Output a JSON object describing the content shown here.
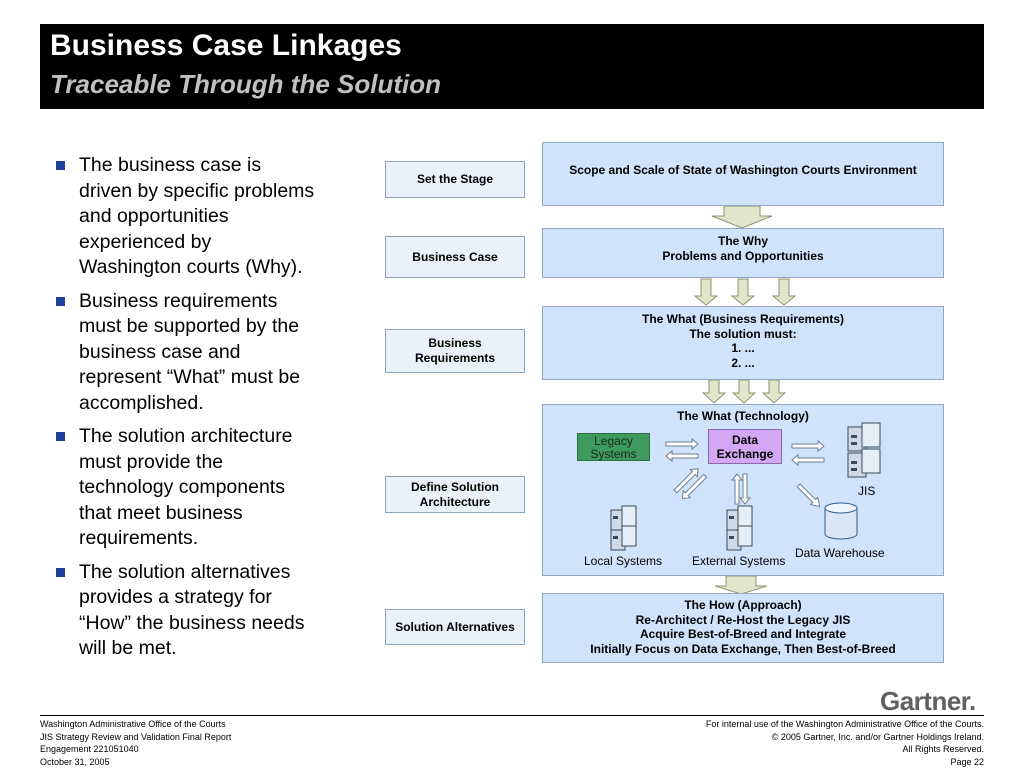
{
  "header": {
    "title": "Business Case Linkages",
    "subtitle": "Traceable Through the Solution"
  },
  "bullets": [
    "The business case is driven by specific problems and opportunities experienced by Washington courts (Why).",
    "Business requirements must be supported by the business case and represent “What” must be accomplished.",
    "The solution architecture must provide the technology components that meet business requirements.",
    "The solution alternatives provides a strategy for “How” the business needs will be met."
  ],
  "bullets_lines": [
    [
      "The business case is",
      "driven by specific problems",
      "and opportunities",
      "experienced by",
      "Washington courts (Why)."
    ],
    [
      "Business requirements",
      "must be supported by the",
      "business case and",
      "represent “What” must be",
      "accomplished."
    ],
    [
      "The solution architecture",
      "must provide the",
      "technology components",
      "that meet business",
      "requirements."
    ],
    [
      "The solution alternatives",
      "provides a strategy for",
      "“How” the business needs",
      "will be met."
    ]
  ],
  "stages": {
    "set_stage": "Set the Stage",
    "business_case": "Business Case",
    "business_requirements": [
      "Business",
      "Requirements"
    ],
    "define_architecture": [
      "Define Solution",
      "Architecture"
    ],
    "solution_alternatives": "Solution Alternatives"
  },
  "panels": {
    "scope": "Scope and Scale of State of Washington Courts Environment",
    "why": [
      "The Why",
      "Problems and Opportunities"
    ],
    "what_req": [
      "The What (Business Requirements)",
      "The solution must:",
      "1. ...",
      "2. ..."
    ],
    "what_tech": "The What (Technology)",
    "how": [
      "The How (Approach)",
      "Re-Architect / Re-Host the Legacy JIS",
      "Acquire Best-of-Breed and Integrate",
      "Initially Focus on Data Exchange, Then Best-of-Breed"
    ]
  },
  "technology": {
    "legacy": [
      "Legacy",
      "Systems"
    ],
    "data_exchange": [
      "Data",
      "Exchange"
    ],
    "jis": "JIS",
    "local": "Local Systems",
    "external": "External Systems",
    "warehouse": "Data Warehouse"
  },
  "colors": {
    "legacy_box": "#3f9a5e",
    "exchange_box": "#d4a7f5",
    "panel_fill": "#cfe3fb",
    "bullet_square": "#1f3f9c",
    "arrow_fill": "#dfe6c9"
  },
  "footer": {
    "left": [
      "Washington Administrative Office of the Courts",
      "JIS Strategy Review and Validation Final Report",
      "Engagement 221051040",
      "October 31, 2005"
    ],
    "right": [
      "For internal use of the Washington Administrative Office of the Courts.",
      "© 2005 Gartner, Inc. and/or Gartner Holdings Ireland.",
      "All Rights Reserved.",
      "Page 22"
    ],
    "logo": "Gartner."
  }
}
